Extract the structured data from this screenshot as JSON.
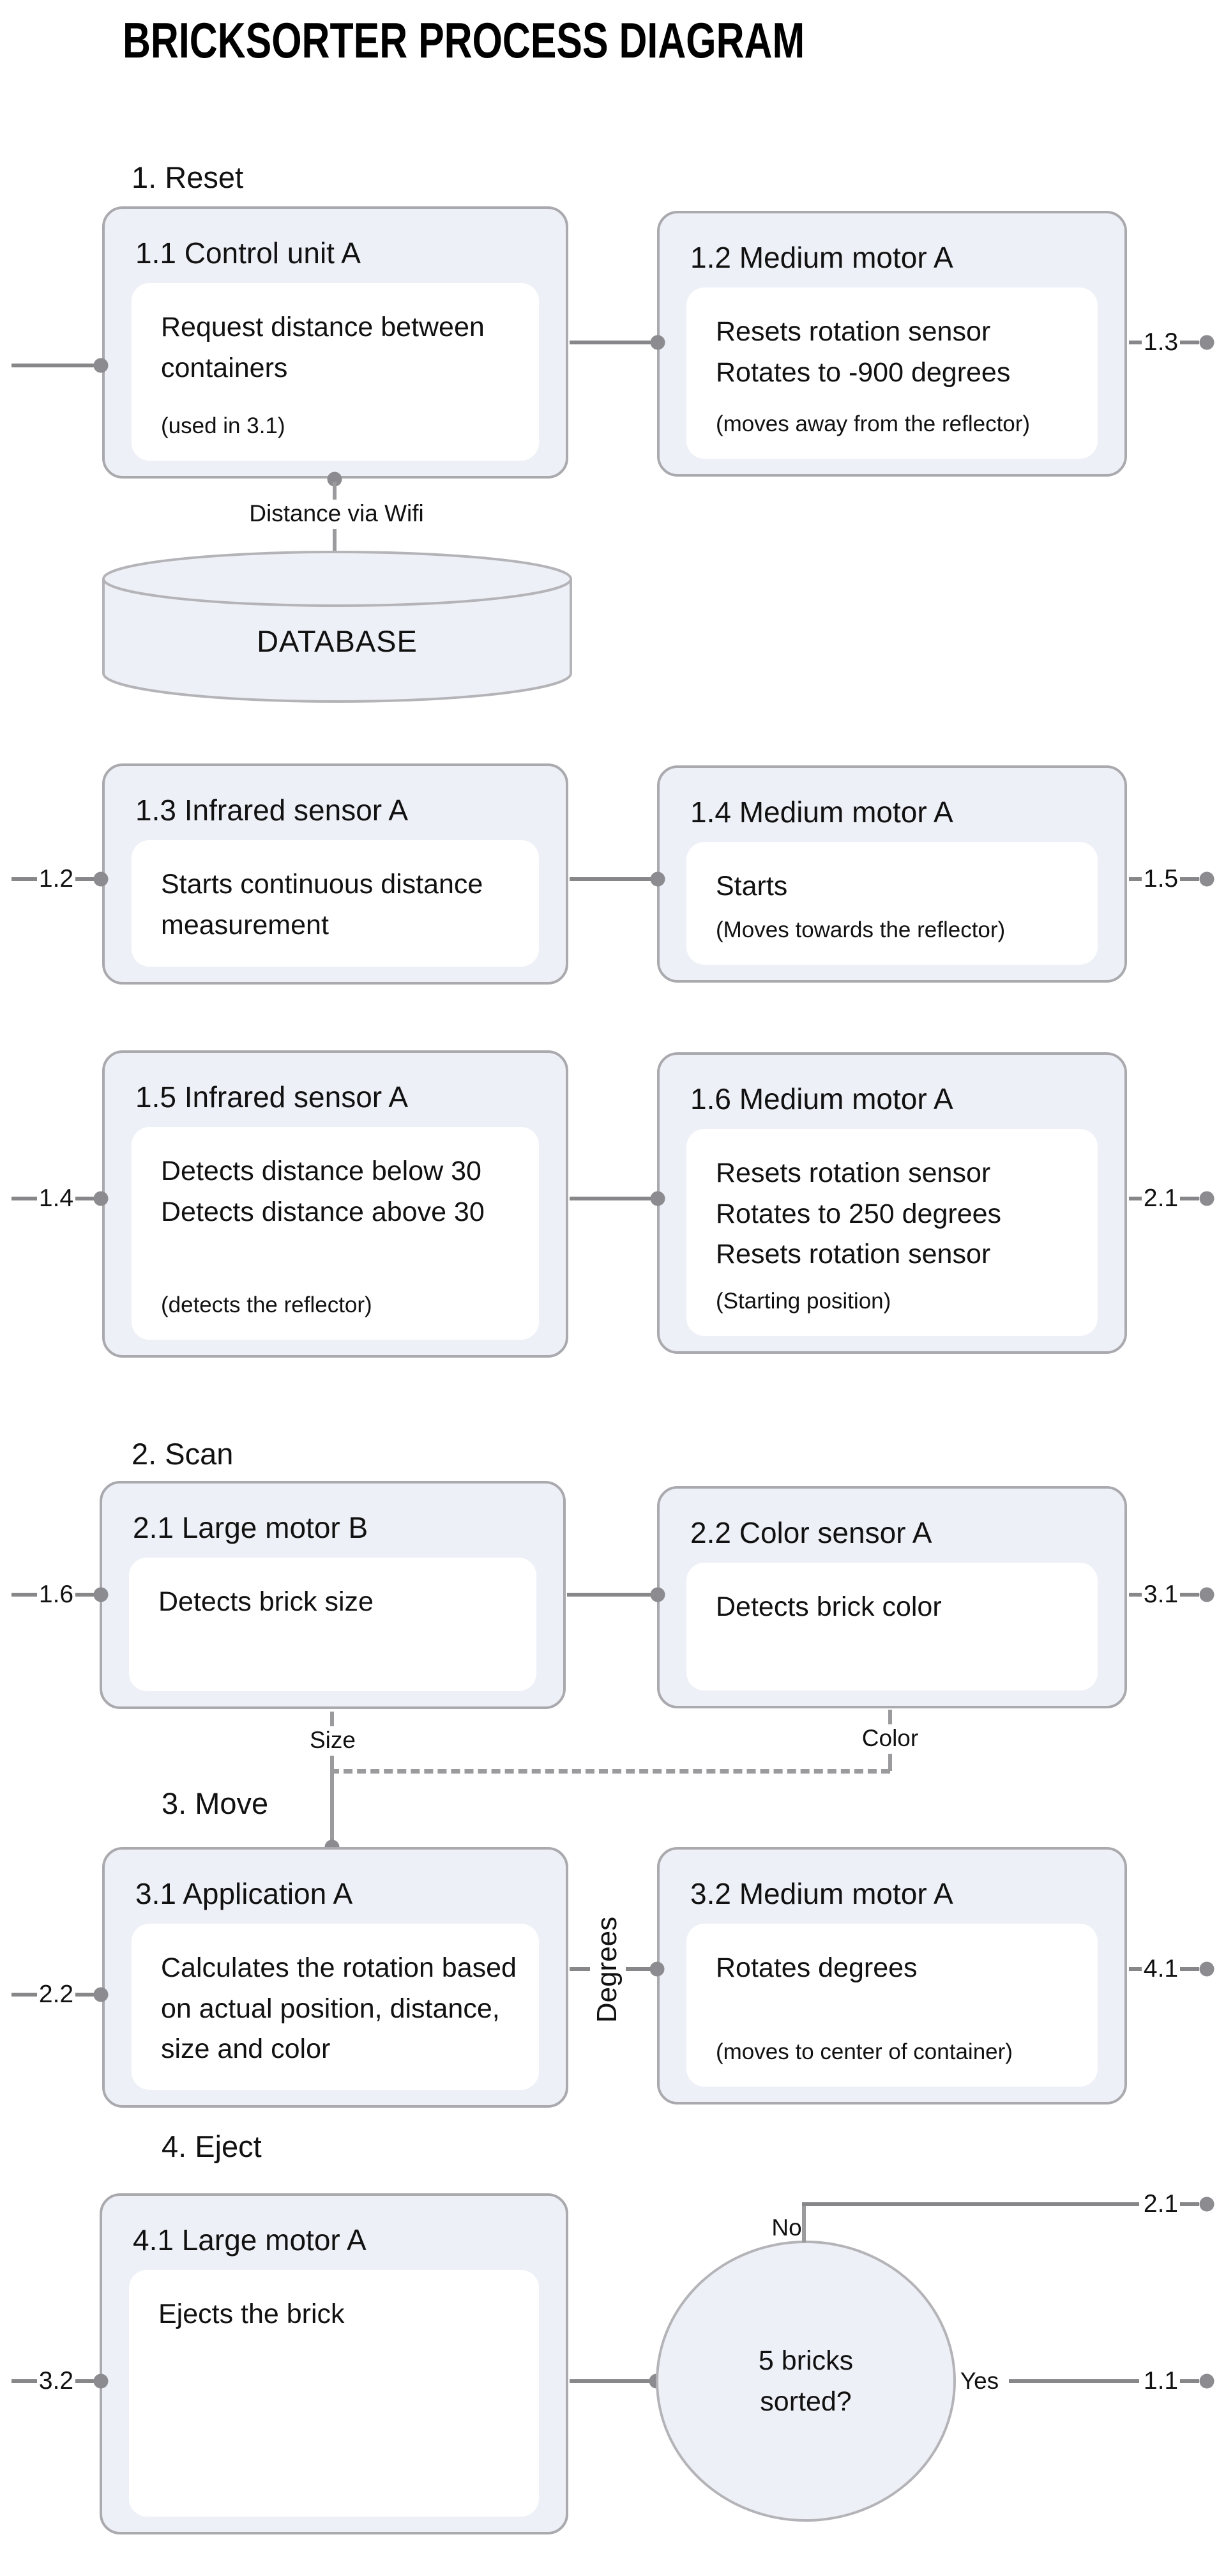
{
  "title": "BRICKSORTER PROCESS DIAGRAM",
  "sections": [
    {
      "label": "1. Reset"
    },
    {
      "label": "2. Scan"
    },
    {
      "label": "3. Move"
    },
    {
      "label": "4. Eject"
    }
  ],
  "nodes": [
    {
      "id": "1.1",
      "title": "1.1 Control unit A",
      "body": [
        "Request distance between containers"
      ],
      "note": "(used in 3.1)"
    },
    {
      "id": "1.2",
      "title": "1.2 Medium motor A",
      "body": [
        "Resets rotation sensor",
        "Rotates to -900 degrees"
      ],
      "note": "(moves away from the reflector)"
    },
    {
      "id": "1.3",
      "title": "1.3 Infrared sensor A",
      "body": [
        "Starts continuous distance measurement"
      ],
      "note": ""
    },
    {
      "id": "1.4",
      "title": "1.4 Medium motor A",
      "body": [
        "Starts"
      ],
      "note": "(Moves towards the reflector)"
    },
    {
      "id": "1.5",
      "title": "1.5 Infrared sensor A",
      "body": [
        "Detects distance below 30",
        "Detects distance above 30"
      ],
      "note": "(detects the reflector)"
    },
    {
      "id": "1.6",
      "title": "1.6 Medium motor A",
      "body": [
        "Resets rotation sensor",
        "Rotates to 250 degrees",
        "Resets rotation sensor"
      ],
      "note": "(Starting position)"
    },
    {
      "id": "2.1",
      "title": "2.1 Large motor B",
      "body": [
        "Detects brick size"
      ],
      "note": ""
    },
    {
      "id": "2.2",
      "title": "2.2 Color sensor A",
      "body": [
        "Detects brick color"
      ],
      "note": ""
    },
    {
      "id": "3.1",
      "title": "3.1 Application A",
      "body": [
        "Calculates the rotation based on actual position, distance, size and color"
      ],
      "note": ""
    },
    {
      "id": "3.2",
      "title": "3.2 Medium motor A",
      "body": [
        "Rotates degrees"
      ],
      "note": "(moves to center of container)"
    },
    {
      "id": "4.1",
      "title": "4.1 Large motor A",
      "body": [
        "Ejects the brick"
      ],
      "note": ""
    }
  ],
  "database": {
    "label": "DATABASE",
    "link_label": "Distance via Wifi"
  },
  "decision": {
    "question": [
      "5 bricks",
      "sorted?"
    ],
    "yes_label": "Yes",
    "no_label": "No",
    "yes_target": "1.1",
    "no_target": "2.1"
  },
  "edge_labels": {
    "r1_right": "1.3",
    "r2_left": "1.2",
    "r2_right": "1.5",
    "r3_left": "1.4",
    "r3_right": "2.1",
    "r4_left": "1.6",
    "r4_right": "3.1",
    "r5_left": "2.2",
    "r5_right": "4.1",
    "r6_left": "3.2",
    "size": "Size",
    "color": "Color",
    "degrees": "Degrees"
  },
  "colors": {
    "node_fill": "#eef0f7",
    "node_border": "#a9a9ae",
    "line": "#87878a",
    "dashed": "#9b9b9e",
    "text": "#111111"
  }
}
